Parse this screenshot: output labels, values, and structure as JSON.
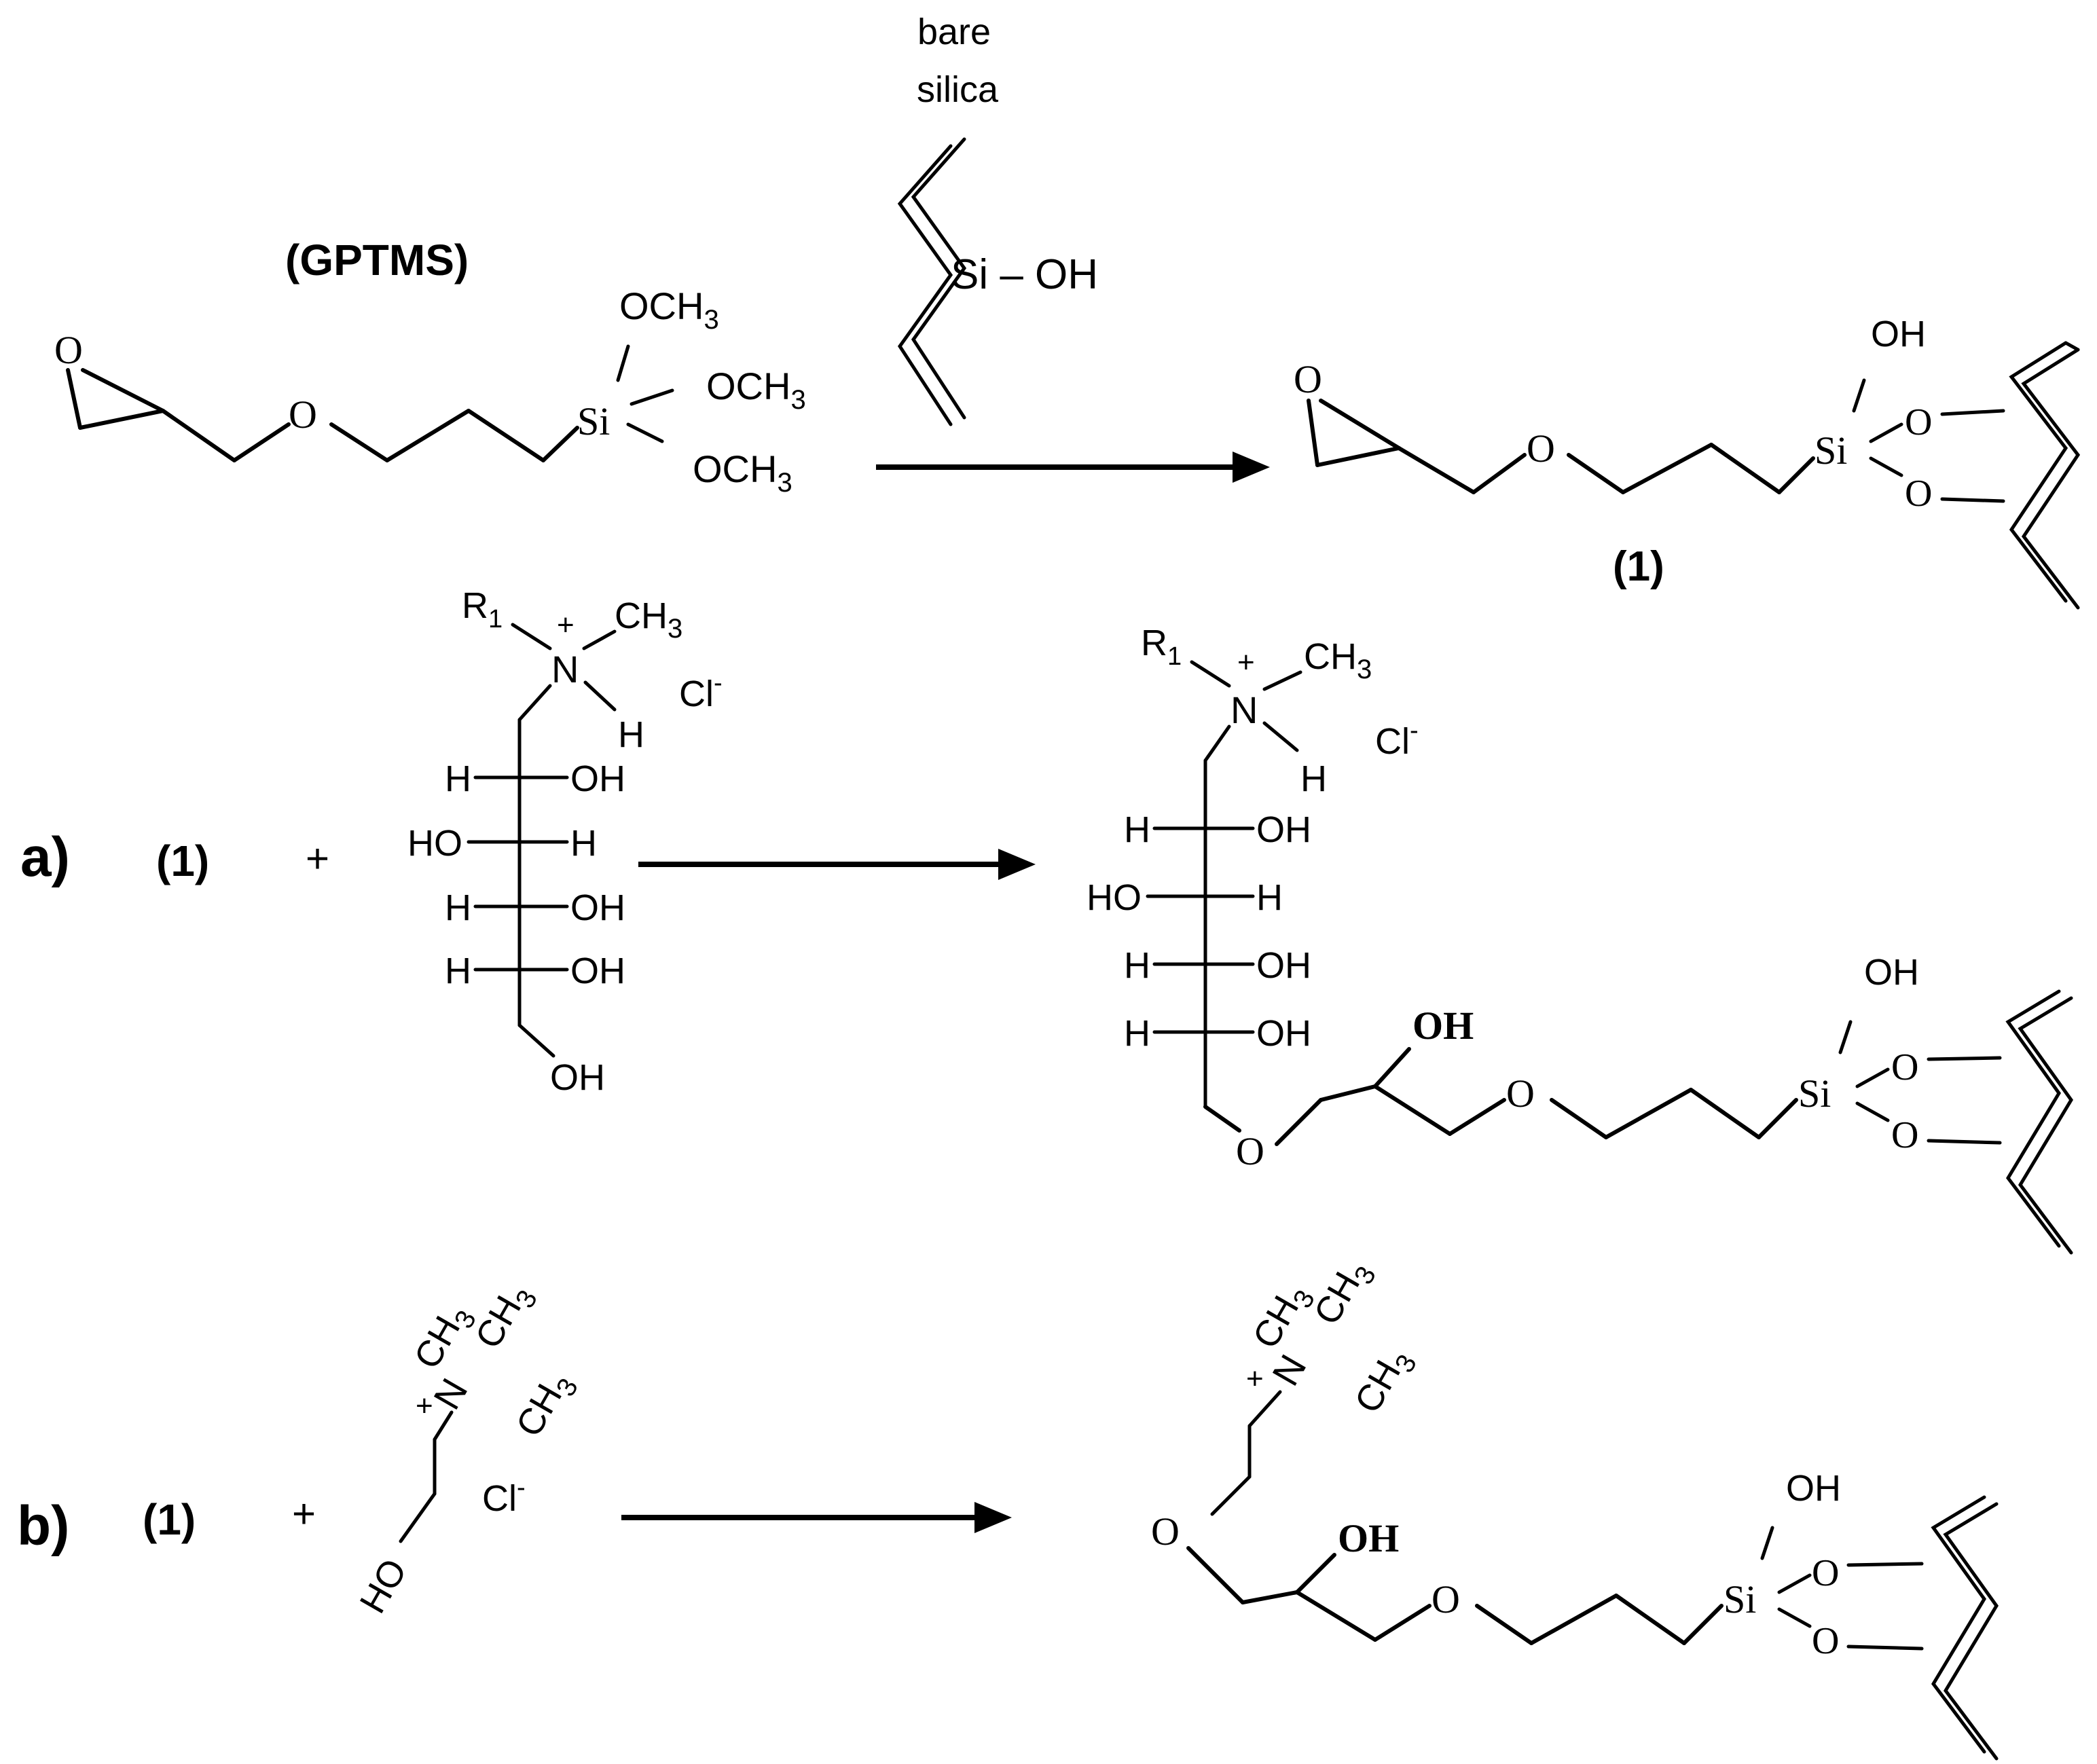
{
  "labels": {
    "bare_silica_1": "bare",
    "bare_silica_2": "silica",
    "si_oh": "Si – OH",
    "gptms": "(GPTMS)",
    "compound1": "(1)",
    "route_a": "a)",
    "route_b": "b)",
    "plus": "+"
  },
  "atoms": {
    "O": "O",
    "Si": "Si",
    "OH": "OH",
    "HO": "HO",
    "H": "H",
    "N": "N",
    "plus_charge": "+",
    "Cl": "Cl",
    "minus": "-",
    "R": "R",
    "sub1": "1",
    "sub3": "3",
    "OCH": "OCH",
    "CH": "CH"
  }
}
